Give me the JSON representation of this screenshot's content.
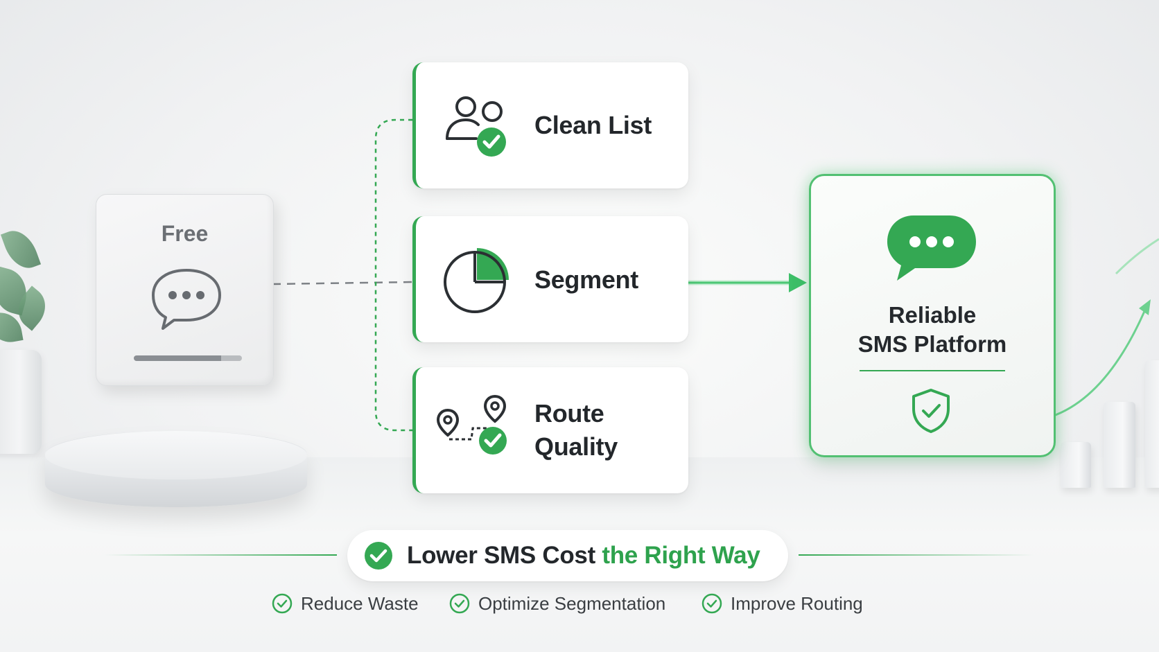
{
  "colors": {
    "accent": "#34a853",
    "accent_text": "#2ea24d",
    "text": "#23272b",
    "muted": "#6b6f74"
  },
  "free_card": {
    "title": "Free",
    "icon": "chat-bubble-outline-icon"
  },
  "steps": [
    {
      "label_lines": [
        "Clean List"
      ],
      "icon": "users-check-icon"
    },
    {
      "label_lines": [
        "Segment"
      ],
      "icon": "pie-chart-icon"
    },
    {
      "label_lines": [
        "Route",
        "Quality"
      ],
      "icon": "route-pins-check-icon"
    }
  ],
  "platform": {
    "title_lines": [
      "Reliable",
      "SMS Platform"
    ],
    "icon": "chat-bubble-filled-icon",
    "badge_icon": "shield-check-icon"
  },
  "banner": {
    "prefix": "Lower SMS Cost ",
    "accent": "the Right Way",
    "icon": "check-circle-icon"
  },
  "benefits": [
    {
      "label": "Reduce Waste",
      "icon": "check-circle-outline-icon"
    },
    {
      "label": "Optimize Segmentation",
      "icon": "check-circle-outline-icon"
    },
    {
      "label": "Improve Routing",
      "icon": "check-circle-outline-icon"
    }
  ]
}
